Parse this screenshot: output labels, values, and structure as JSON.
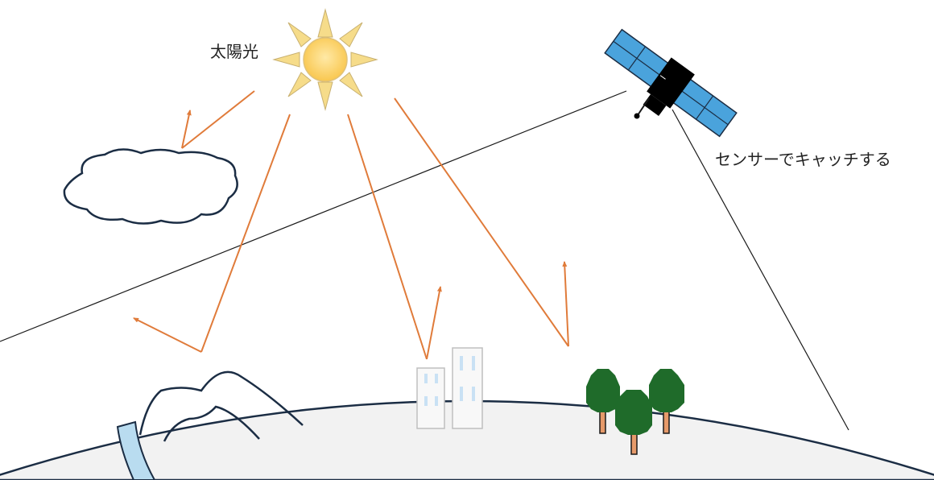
{
  "labels": {
    "sun": "太陽光",
    "sensor": "センサーでキャッチする"
  },
  "colors": {
    "background": "#ffffff",
    "ray": "#e07b3a",
    "line": "#1a1a1a",
    "earth_fill": "#f2f2f2",
    "earth_outline": "#1b2d44",
    "sun_core": "#ffd36b",
    "sun_rays": "#f6dc8a",
    "cloud_outline": "#1b2d44",
    "river": "#b9dcf0",
    "mountain": "#1b2d44",
    "building": "#f8f8f8",
    "window": "#c9e1f4",
    "tree_leaf": "#1f6b2a",
    "tree_trunk": "#e69a6a",
    "satellite_body": "#000000",
    "satellite_panel": "#4aa3dc"
  },
  "icons": [
    "sun-icon",
    "cloud-icon",
    "satellite-icon",
    "mountain-icon",
    "river-icon",
    "building-icon",
    "tree-icon",
    "earth-surface"
  ]
}
